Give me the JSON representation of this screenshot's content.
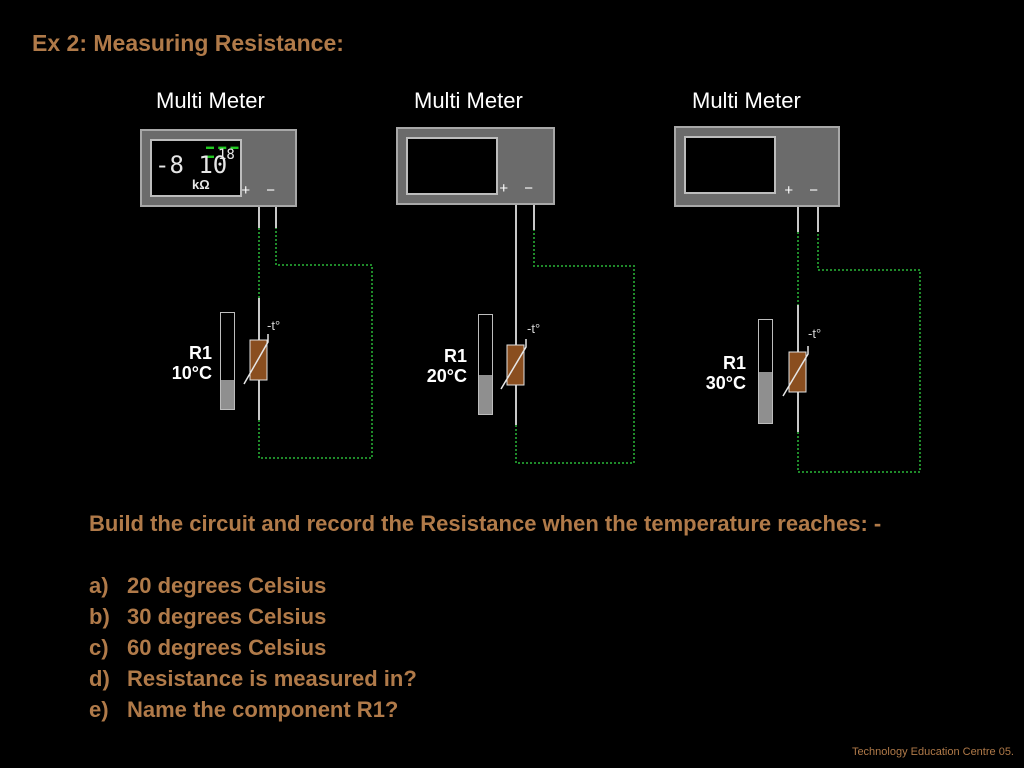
{
  "title": "Ex 2: Measuring Resistance:",
  "meters": [
    {
      "label": "Multi Meter",
      "display": {
        "main": "-8 10",
        "small": "18",
        "unit": "kΩ",
        "dashes": "▬ ▬ ▬ ▬"
      },
      "terminals": "+ −"
    },
    {
      "label": "Multi Meter",
      "display": {
        "main": "",
        "small": "",
        "unit": "",
        "dashes": ""
      },
      "terminals": "+ −"
    },
    {
      "label": "Multi Meter",
      "display": {
        "main": "",
        "small": "",
        "unit": "",
        "dashes": ""
      },
      "terminals": "+ −"
    }
  ],
  "circuits": [
    {
      "component": "R1",
      "temperature": "10°C",
      "thermistor_symbol": "-t°",
      "thermometer_level": 0.3
    },
    {
      "component": "R1",
      "temperature": "20°C",
      "thermistor_symbol": "-t°",
      "thermometer_level": 0.39
    },
    {
      "component": "R1",
      "temperature": "30°C",
      "thermistor_symbol": "-t°",
      "thermometer_level": 0.5
    }
  ],
  "instructions": {
    "intro": "Build the circuit and record the Resistance when the temperature reaches: -",
    "questions": [
      {
        "letter": "a)",
        "text": "20 degrees Celsius"
      },
      {
        "letter": "b)",
        "text": "30 degrees Celsius"
      },
      {
        "letter": "c)",
        "text": "60 degrees Celsius"
      },
      {
        "letter": "d)",
        "text": "Resistance is measured in?"
      },
      {
        "letter": "e)",
        "text": "Name the component R1?"
      }
    ]
  },
  "footer": "Technology Education Centre 05.",
  "colors": {
    "accent": "#b07a49",
    "wire_green": "#1f8a2a",
    "wire_grey": "#c8c8c8",
    "resistor": "#8a4e1f"
  }
}
